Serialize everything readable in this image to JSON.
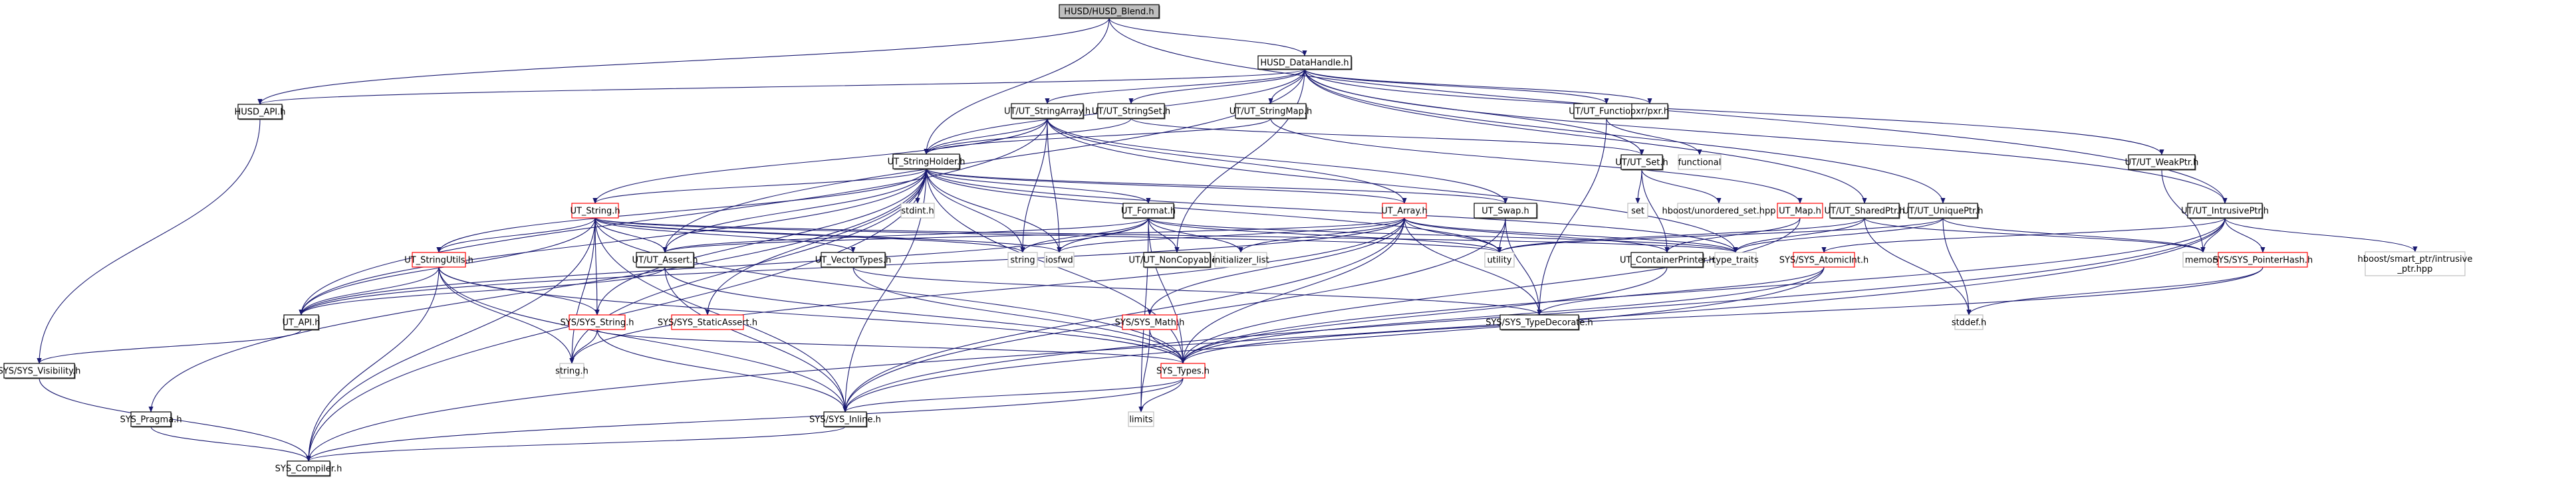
{
  "title": "HUSD/HUSD_Blend.h include dependency graph",
  "colors": {
    "edge": "#191970",
    "root_fill": "#bfbfbf",
    "root_stroke": "#000000",
    "documented_stroke": "#000000",
    "truncated_stroke": "#ff0000",
    "external_stroke": "#bfbfbf"
  },
  "nodes": [
    {
      "id": "blend",
      "label": "HUSD/HUSD_Blend.h",
      "kind": "root"
    },
    {
      "id": "datahandle",
      "label": "HUSD_DataHandle.h",
      "kind": "doc"
    },
    {
      "id": "husdapi",
      "label": "HUSD_API.h",
      "kind": "doc"
    },
    {
      "id": "strarray",
      "label": "UT/UT_StringArray.h",
      "kind": "doc"
    },
    {
      "id": "strset",
      "label": "UT/UT_StringSet.h",
      "kind": "doc"
    },
    {
      "id": "strmap",
      "label": "UT/UT_StringMap.h",
      "kind": "doc"
    },
    {
      "id": "function",
      "label": "UT/UT_Function.h",
      "kind": "doc"
    },
    {
      "id": "pxr",
      "label": "pxr/pxr.h",
      "kind": "doc"
    },
    {
      "id": "strholder",
      "label": "UT_StringHolder.h",
      "kind": "doc"
    },
    {
      "id": "utset",
      "label": "UT/UT_Set.h",
      "kind": "doc"
    },
    {
      "id": "functional",
      "label": "functional",
      "kind": "ext"
    },
    {
      "id": "weakptr",
      "label": "UT/UT_WeakPtr.h",
      "kind": "doc"
    },
    {
      "id": "utstring",
      "label": "UT_String.h",
      "kind": "trunc"
    },
    {
      "id": "stdint",
      "label": "stdint.h",
      "kind": "ext"
    },
    {
      "id": "format",
      "label": "UT_Format.h",
      "kind": "doc"
    },
    {
      "id": "array",
      "label": "UT_Array.h",
      "kind": "trunc"
    },
    {
      "id": "swap",
      "label": "UT_Swap.h",
      "kind": "doc"
    },
    {
      "id": "set",
      "label": "set",
      "kind": "ext"
    },
    {
      "id": "unordset",
      "label": "hboost/unordered_set.hpp",
      "kind": "ext"
    },
    {
      "id": "map",
      "label": "UT_Map.h",
      "kind": "trunc"
    },
    {
      "id": "sharedptr",
      "label": "UT/UT_SharedPtr.h",
      "kind": "doc"
    },
    {
      "id": "uniqueptr",
      "label": "UT/UT_UniquePtr.h",
      "kind": "doc"
    },
    {
      "id": "intrusiveptr",
      "label": "UT/UT_IntrusivePtr.h",
      "kind": "doc"
    },
    {
      "id": "stringutils",
      "label": "UT_StringUtils.h",
      "kind": "trunc"
    },
    {
      "id": "assert",
      "label": "UT/UT_Assert.h",
      "kind": "doc"
    },
    {
      "id": "vectortypes",
      "label": "UT_VectorTypes.h",
      "kind": "doc"
    },
    {
      "id": "string",
      "label": "string",
      "kind": "ext"
    },
    {
      "id": "iosfwd",
      "label": "iosfwd",
      "kind": "ext"
    },
    {
      "id": "noncopyable",
      "label": "UT/UT_NonCopyable.h",
      "kind": "doc"
    },
    {
      "id": "initlist",
      "label": "initializer_list",
      "kind": "ext"
    },
    {
      "id": "utility",
      "label": "utility",
      "kind": "ext"
    },
    {
      "id": "containerprinter",
      "label": "UT_ContainerPrinter.h",
      "kind": "doc"
    },
    {
      "id": "typetraits",
      "label": "type_traits",
      "kind": "ext"
    },
    {
      "id": "atomicint",
      "label": "SYS/SYS_AtomicInt.h",
      "kind": "trunc"
    },
    {
      "id": "memory",
      "label": "memory",
      "kind": "ext"
    },
    {
      "id": "pointerhash",
      "label": "SYS/SYS_PointerHash.h",
      "kind": "trunc"
    },
    {
      "id": "intrusivehpp",
      "label": "hboost/smart_ptr/intrusive\n_ptr.hpp",
      "kind": "ext"
    },
    {
      "id": "utapi",
      "label": "UT_API.h",
      "kind": "doc"
    },
    {
      "id": "sysstring",
      "label": "SYS/SYS_String.h",
      "kind": "trunc"
    },
    {
      "id": "staticassert",
      "label": "SYS/SYS_StaticAssert.h",
      "kind": "trunc"
    },
    {
      "id": "sysmath",
      "label": "SYS/SYS_Math.h",
      "kind": "trunc"
    },
    {
      "id": "typedecorate",
      "label": "SYS/SYS_TypeDecorate.h",
      "kind": "doc"
    },
    {
      "id": "stddef",
      "label": "stddef.h",
      "kind": "ext"
    },
    {
      "id": "visibility",
      "label": "SYS/SYS_Visibility.h",
      "kind": "doc"
    },
    {
      "id": "stringh",
      "label": "string.h",
      "kind": "ext"
    },
    {
      "id": "systypes",
      "label": "SYS_Types.h",
      "kind": "trunc"
    },
    {
      "id": "pragma",
      "label": "SYS_Pragma.h",
      "kind": "doc"
    },
    {
      "id": "inline",
      "label": "SYS/SYS_Inline.h",
      "kind": "doc"
    },
    {
      "id": "limits",
      "label": "limits",
      "kind": "ext"
    },
    {
      "id": "compiler",
      "label": "SYS_Compiler.h",
      "kind": "doc"
    }
  ],
  "edges": [
    [
      "blend",
      "datahandle"
    ],
    [
      "blend",
      "husdapi"
    ],
    [
      "blend",
      "strholder"
    ],
    [
      "blend",
      "intrusiveptr"
    ],
    [
      "datahandle",
      "husdapi"
    ],
    [
      "datahandle",
      "strarray"
    ],
    [
      "datahandle",
      "strset"
    ],
    [
      "datahandle",
      "strmap"
    ],
    [
      "datahandle",
      "function"
    ],
    [
      "datahandle",
      "pxr"
    ],
    [
      "datahandle",
      "strholder"
    ],
    [
      "datahandle",
      "utset"
    ],
    [
      "datahandle",
      "weakptr"
    ],
    [
      "datahandle",
      "sharedptr"
    ],
    [
      "datahandle",
      "uniqueptr"
    ],
    [
      "datahandle",
      "intrusiveptr"
    ],
    [
      "datahandle",
      "noncopyable"
    ],
    [
      "datahandle",
      "assert"
    ],
    [
      "husdapi",
      "visibility"
    ],
    [
      "strarray",
      "strholder"
    ],
    [
      "strarray",
      "utstring"
    ],
    [
      "strarray",
      "array"
    ],
    [
      "strarray",
      "swap"
    ],
    [
      "strarray",
      "utapi"
    ],
    [
      "strarray",
      "string"
    ],
    [
      "strarray",
      "iosfwd"
    ],
    [
      "strarray",
      "typetraits"
    ],
    [
      "strset",
      "strholder"
    ],
    [
      "strset",
      "utset"
    ],
    [
      "strmap",
      "strholder"
    ],
    [
      "strmap",
      "map"
    ],
    [
      "function",
      "functional"
    ],
    [
      "function",
      "typedecorate"
    ],
    [
      "strholder",
      "utstring"
    ],
    [
      "strholder",
      "stdint"
    ],
    [
      "strholder",
      "format"
    ],
    [
      "strholder",
      "array"
    ],
    [
      "strholder",
      "swap"
    ],
    [
      "strholder",
      "assert"
    ],
    [
      "strholder",
      "utapi"
    ],
    [
      "strholder",
      "stringutils"
    ],
    [
      "strholder",
      "sysstring"
    ],
    [
      "strholder",
      "staticassert"
    ],
    [
      "strholder",
      "string"
    ],
    [
      "strholder",
      "iosfwd"
    ],
    [
      "strholder",
      "utility"
    ],
    [
      "strholder",
      "inline"
    ],
    [
      "strholder",
      "systypes"
    ],
    [
      "strholder",
      "pragma"
    ],
    [
      "strholder",
      "compiler"
    ],
    [
      "strholder",
      "typetraits"
    ],
    [
      "strholder",
      "stringh"
    ],
    [
      "utset",
      "set"
    ],
    [
      "utset",
      "unordset"
    ],
    [
      "utset",
      "containerprinter"
    ],
    [
      "weakptr",
      "memory"
    ],
    [
      "utstring",
      "stringutils"
    ],
    [
      "utstring",
      "assert"
    ],
    [
      "utstring",
      "vectortypes"
    ],
    [
      "utstring",
      "utapi"
    ],
    [
      "utstring",
      "sysstring"
    ],
    [
      "utstring",
      "string"
    ],
    [
      "utstring",
      "iosfwd"
    ],
    [
      "utstring",
      "stringh"
    ],
    [
      "utstring",
      "systypes"
    ],
    [
      "utstring",
      "inline"
    ],
    [
      "utstring",
      "compiler"
    ],
    [
      "utstring",
      "typetraits"
    ],
    [
      "utstring",
      "utility"
    ],
    [
      "format",
      "assert"
    ],
    [
      "format",
      "noncopyable"
    ],
    [
      "format",
      "initlist"
    ],
    [
      "format",
      "string"
    ],
    [
      "format",
      "iosfwd"
    ],
    [
      "format",
      "utility"
    ],
    [
      "format",
      "systypes"
    ],
    [
      "format",
      "limits"
    ],
    [
      "format",
      "typetraits"
    ],
    [
      "format",
      "utapi"
    ],
    [
      "array",
      "assert"
    ],
    [
      "array",
      "containerprinter"
    ],
    [
      "array",
      "utility"
    ],
    [
      "array",
      "typetraits"
    ],
    [
      "array",
      "initlist"
    ],
    [
      "array",
      "inline"
    ],
    [
      "array",
      "systypes"
    ],
    [
      "array",
      "sysmath"
    ],
    [
      "array",
      "typedecorate"
    ],
    [
      "array",
      "iosfwd"
    ],
    [
      "array",
      "utapi"
    ],
    [
      "array",
      "stringh"
    ],
    [
      "swap",
      "utility"
    ],
    [
      "swap",
      "typedecorate"
    ],
    [
      "swap",
      "inline"
    ],
    [
      "map",
      "containerprinter"
    ],
    [
      "map",
      "systypes"
    ],
    [
      "sharedptr",
      "typetraits"
    ],
    [
      "sharedptr",
      "utility"
    ],
    [
      "sharedptr",
      "memory"
    ],
    [
      "sharedptr",
      "stddef"
    ],
    [
      "uniqueptr",
      "memory"
    ],
    [
      "uniqueptr",
      "stddef"
    ],
    [
      "uniqueptr",
      "utility"
    ],
    [
      "uniqueptr",
      "typetraits"
    ],
    [
      "intrusiveptr",
      "memory"
    ],
    [
      "intrusiveptr",
      "pointerhash"
    ],
    [
      "intrusiveptr",
      "intrusivehpp"
    ],
    [
      "intrusiveptr",
      "atomicint"
    ],
    [
      "intrusiveptr",
      "systypes"
    ],
    [
      "intrusiveptr",
      "inline"
    ],
    [
      "intrusiveptr",
      "compiler"
    ],
    [
      "stringutils",
      "utapi"
    ],
    [
      "stringutils",
      "sysstring"
    ],
    [
      "stringutils",
      "stringh"
    ],
    [
      "stringutils",
      "systypes"
    ],
    [
      "stringutils",
      "inline"
    ],
    [
      "stringutils",
      "compiler"
    ],
    [
      "assert",
      "utapi"
    ],
    [
      "assert",
      "systypes"
    ],
    [
      "assert",
      "inline"
    ],
    [
      "vectortypes",
      "systypes"
    ],
    [
      "vectortypes",
      "typedecorate"
    ],
    [
      "atomicint",
      "typedecorate"
    ],
    [
      "atomicint",
      "systypes"
    ],
    [
      "atomicint",
      "inline"
    ],
    [
      "pointerhash",
      "stddef"
    ],
    [
      "pointerhash",
      "systypes"
    ],
    [
      "containerprinter",
      "systypes"
    ],
    [
      "utapi",
      "visibility"
    ],
    [
      "sysstring",
      "stringh"
    ],
    [
      "sysstring",
      "inline"
    ],
    [
      "sysstring",
      "systypes"
    ],
    [
      "sysmath",
      "systypes"
    ],
    [
      "sysmath",
      "limits"
    ],
    [
      "visibility",
      "compiler"
    ],
    [
      "pragma",
      "compiler"
    ],
    [
      "systypes",
      "inline"
    ],
    [
      "systypes",
      "limits"
    ],
    [
      "systypes",
      "compiler"
    ],
    [
      "inline",
      "compiler"
    ]
  ]
}
